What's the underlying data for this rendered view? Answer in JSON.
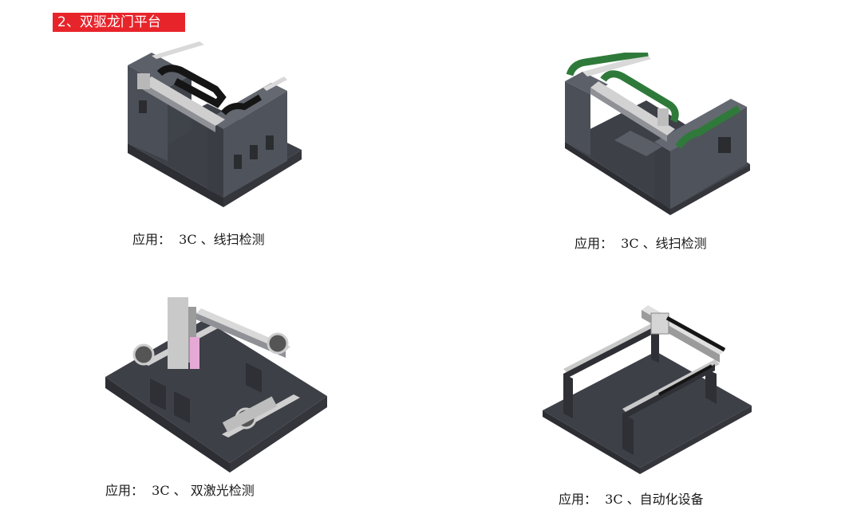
{
  "section": {
    "title": "2、双驱龙门平台",
    "banner_color": "#e8242b"
  },
  "figures": [
    {
      "icon": "gantry-machine-1-icon",
      "caption": "应用：  3C 、线扫检测"
    },
    {
      "icon": "gantry-machine-2-icon",
      "caption": "应用：  3C 、线扫检测"
    },
    {
      "icon": "gantry-machine-3-icon",
      "caption": "应用：  3C 、 双激光检测"
    },
    {
      "icon": "gantry-machine-4-icon",
      "caption": "应用：  3C 、自动化设备"
    }
  ],
  "colors": {
    "granite": "#4b4f57",
    "granite_dark": "#33363c",
    "rail": "#d9d9d9",
    "cable_chain_black": "#151515",
    "cable_chain_green": "#2f7a3a"
  }
}
